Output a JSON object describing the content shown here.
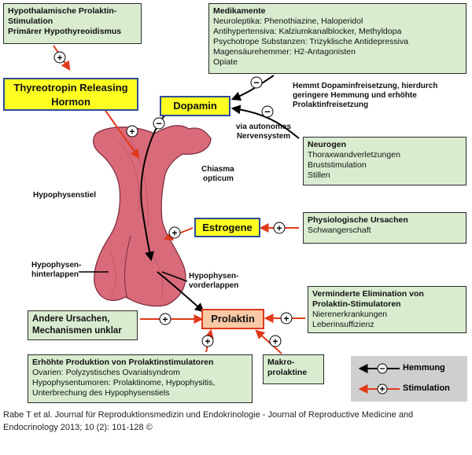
{
  "boxes": {
    "hypothalamic": {
      "lines": [
        "Hypothalamische Prolaktin-",
        "Stimulation",
        "Primärer Hypothyreoidismus"
      ]
    },
    "medikamente": {
      "title": "Medikamente",
      "lines": [
        "Neuroleptika: Phenothiazine, Haloperidol",
        "Antihypertensiva: Kalziumkanalblocker, Methyldopa",
        "Psychotrope Substanzen: Trizyklische Antidepressiva",
        "Magensäurehemmer: H2-Antagonisten",
        "Opiate"
      ]
    },
    "neurogen": {
      "title": "Neurogen",
      "lines": [
        "Thoraxwandverletzungen",
        "Bruststimulation",
        "Stillen"
      ]
    },
    "physiologische": {
      "title": "Physiologische Ursachen",
      "lines": [
        "Schwangerschaft"
      ]
    },
    "verminderte": {
      "title_lines": [
        "Verminderte Elimination von",
        "Prolaktin-Stimulatoren"
      ],
      "lines": [
        "Nierenerkrankungen",
        "Leberinsuffizienz"
      ]
    },
    "andere": {
      "title_lines": [
        "Andere Ursachen,",
        "Mechanismen unklar"
      ]
    },
    "erhoehte": {
      "title": "Erhöhte Produktion von Prolaktinstimulatoren",
      "lines": [
        "Ovarien: Polyzystisches Ovarialsyndrom",
        "Hypophysentumoren: Prolaktinome, Hypophysitis,",
        "Unterbrechung des Hypophysenstiels"
      ]
    },
    "makro": {
      "title_lines": [
        "Makro-",
        "prolaktine"
      ]
    }
  },
  "hormones": {
    "trh": [
      "Thyreotropin Releasing",
      "Hormon"
    ],
    "dopamin": "Dopamin",
    "estrogene": "Estrogene",
    "prolaktin": "Prolaktin"
  },
  "labels": {
    "hemmt": [
      "Hemmt Dopaminfreisetzung, hierdurch",
      "geringere Hemmung und erhöhte",
      "Prolaktinfreisetzung"
    ],
    "autonom": [
      "via autonomes",
      "Nervensystem"
    ],
    "chiasma": [
      "Chiasma",
      "opticum"
    ],
    "stiel": "Hypophysenstiel",
    "hinterlappen": [
      "Hypophysen-",
      "hinterlappen"
    ],
    "vorderlappen": [
      "Hypophysen-",
      "vorderlappen"
    ]
  },
  "legend": {
    "hemmung": "Hemmung",
    "stimulation": "Stimulation"
  },
  "signs": {
    "plus": "+",
    "minus": "−"
  },
  "colors": {
    "box_fill": "#d9ecd0",
    "hormone_fill": "#ffff22",
    "hormone_border": "#2c4d9c",
    "prolaktin_fill": "#f9c9a6",
    "stimulation_arrow": "#e03a1a",
    "inhibition_arrow": "#000000",
    "pituitary": "#d96a7a"
  },
  "caption": [
    "Rabe T et al. Journal für Reproduktionsmedizin und Endokrinologie - Journal of Reproductive Medicine and",
    "Endocrinology 2013; 10 (2): 101-128 ©"
  ]
}
